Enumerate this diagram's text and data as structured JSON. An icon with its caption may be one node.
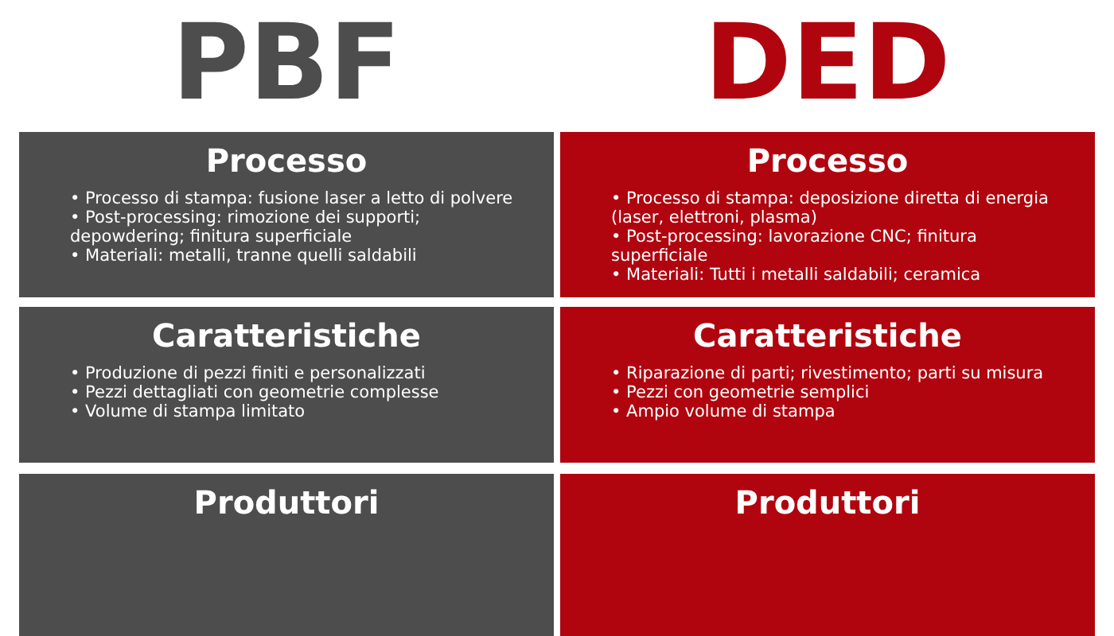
{
  "diagram": {
    "nodes": [
      {
        "text": [
          "Processo",
          "• Processo di stampa: fusione laser a letto di polvere",
          "• Post-processing: rimozione dei supporti; depowdering; finitura superficiale",
          "• Materiali: metalli, tranne quelli saldabili"
        ]
      },
      {
        "text": [
          "Processo",
          "• Processo di stampa: deposizione diretta di energia (laser, elettroni, plasma)",
          "• Post-processing: lavorazione CNC; finitura superficiale",
          "• Materiali: Tutti i metalli saldabili; ceramica"
        ]
      },
      {
        "text": [
          "Caratteristiche",
          "• Produzione di pezzi finiti e personalizzati",
          "• Pezzi dettagliati con geometrie complesse",
          "• Volume di stampa limitato"
        ]
      },
      {
        "text": [
          "Caratteristiche",
          "• Riparazione di parti; rivestimento; parti su misura",
          "• Pezzi con geometrie semplici",
          "• Ampio volume di stampa"
        ]
      },
      {
        "text": [
          "Produttori"
        ]
      },
      {
        "text": [
          "Produttori"
        ]
      }
    ],
    "labels": [
      "PBF",
      "DED"
    ]
  }
}
